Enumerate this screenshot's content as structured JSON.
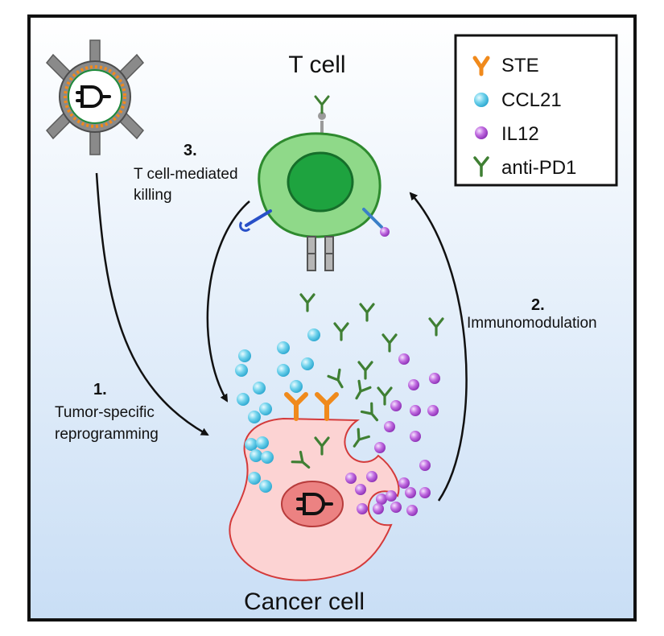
{
  "figure": {
    "t_cell_title": "T cell",
    "cancer_cell_title": "Cancer cell"
  },
  "legend": {
    "items": [
      {
        "label": "STE",
        "icon": "ste-icon",
        "color": "#f08a1c"
      },
      {
        "label": "CCL21",
        "icon": "ccl21-icon",
        "color": "#5ec8e6"
      },
      {
        "label": "IL12",
        "icon": "il12-icon",
        "color": "#b455d6"
      },
      {
        "label": "anti-PD1",
        "icon": "anti-pd1-icon",
        "color": "#3f7f33"
      }
    ]
  },
  "steps": {
    "s1": {
      "num": "1.",
      "line1": "Tumor-specific",
      "line2": "reprogramming"
    },
    "s2": {
      "num": "2.",
      "line1": "Immunomodulation"
    },
    "s3": {
      "num": "3.",
      "line1": "T cell-mediated",
      "line2": "killing"
    }
  },
  "colors": {
    "t_cell": "#8fd989",
    "t_cell_nucleus": "#1ea33f",
    "cancer_cell": "#fcd3d3",
    "cancer_nucleus": "#ec8282",
    "background_top": "#ffffff",
    "background_bottom": "#c9def5"
  }
}
